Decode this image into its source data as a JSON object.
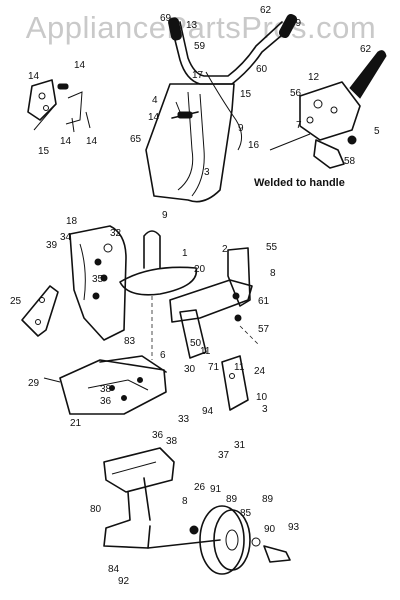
{
  "watermark": "AppliancePartsPros.com",
  "note": "Welded to handle",
  "callouts": [
    {
      "id": "c-69",
      "label": "69"
    },
    {
      "id": "c-13",
      "label": "13"
    },
    {
      "id": "c-62a",
      "label": "62"
    },
    {
      "id": "c-59a",
      "label": "59"
    },
    {
      "id": "c-59b",
      "label": "59"
    },
    {
      "id": "c-60",
      "label": "60"
    },
    {
      "id": "c-17",
      "label": "17"
    },
    {
      "id": "c-62b",
      "label": "62"
    },
    {
      "id": "c-14a",
      "label": "14"
    },
    {
      "id": "c-14b",
      "label": "14"
    },
    {
      "id": "c-15a",
      "label": "15"
    },
    {
      "id": "c-14c",
      "label": "14"
    },
    {
      "id": "c-14d",
      "label": "14"
    },
    {
      "id": "c-4",
      "label": "4"
    },
    {
      "id": "c-14e",
      "label": "14"
    },
    {
      "id": "c-15b",
      "label": "15"
    },
    {
      "id": "c-56",
      "label": "56"
    },
    {
      "id": "c-12",
      "label": "12"
    },
    {
      "id": "c-9a",
      "label": "9"
    },
    {
      "id": "c-65",
      "label": "65"
    },
    {
      "id": "c-7",
      "label": "7"
    },
    {
      "id": "c-5",
      "label": "5"
    },
    {
      "id": "c-16",
      "label": "16"
    },
    {
      "id": "c-58",
      "label": "58"
    },
    {
      "id": "c-9b",
      "label": "9"
    },
    {
      "id": "c-3a",
      "label": "3"
    },
    {
      "id": "c-18",
      "label": "18"
    },
    {
      "id": "c-32",
      "label": "32"
    },
    {
      "id": "c-1",
      "label": "1"
    },
    {
      "id": "c-2",
      "label": "2"
    },
    {
      "id": "c-55",
      "label": "55"
    },
    {
      "id": "c-39",
      "label": "39"
    },
    {
      "id": "c-34",
      "label": "34"
    },
    {
      "id": "c-20",
      "label": "20"
    },
    {
      "id": "c-8a",
      "label": "8"
    },
    {
      "id": "c-25",
      "label": "25"
    },
    {
      "id": "c-35",
      "label": "35"
    },
    {
      "id": "c-61",
      "label": "61"
    },
    {
      "id": "c-57",
      "label": "57"
    },
    {
      "id": "c-50",
      "label": "50"
    },
    {
      "id": "c-83",
      "label": "83"
    },
    {
      "id": "c-6",
      "label": "6"
    },
    {
      "id": "c-11a",
      "label": "11"
    },
    {
      "id": "c-71",
      "label": "71"
    },
    {
      "id": "c-11b",
      "label": "11"
    },
    {
      "id": "c-30",
      "label": "30"
    },
    {
      "id": "c-24",
      "label": "24"
    },
    {
      "id": "c-29",
      "label": "29"
    },
    {
      "id": "c-38a",
      "label": "38"
    },
    {
      "id": "c-36a",
      "label": "36"
    },
    {
      "id": "c-10",
      "label": "10"
    },
    {
      "id": "c-3b",
      "label": "3"
    },
    {
      "id": "c-21",
      "label": "21"
    },
    {
      "id": "c-33",
      "label": "33"
    },
    {
      "id": "c-94",
      "label": "94"
    },
    {
      "id": "c-36b",
      "label": "36"
    },
    {
      "id": "c-38b",
      "label": "38"
    },
    {
      "id": "c-37",
      "label": "37"
    },
    {
      "id": "c-31",
      "label": "31"
    },
    {
      "id": "c-26",
      "label": "26"
    },
    {
      "id": "c-8b",
      "label": "8"
    },
    {
      "id": "c-91",
      "label": "91"
    },
    {
      "id": "c-89a",
      "label": "89"
    },
    {
      "id": "c-89b",
      "label": "89"
    },
    {
      "id": "c-80",
      "label": "80"
    },
    {
      "id": "c-85",
      "label": "85"
    },
    {
      "id": "c-90",
      "label": "90"
    },
    {
      "id": "c-93",
      "label": "93"
    },
    {
      "id": "c-84",
      "label": "84"
    },
    {
      "id": "c-92",
      "label": "92"
    }
  ]
}
